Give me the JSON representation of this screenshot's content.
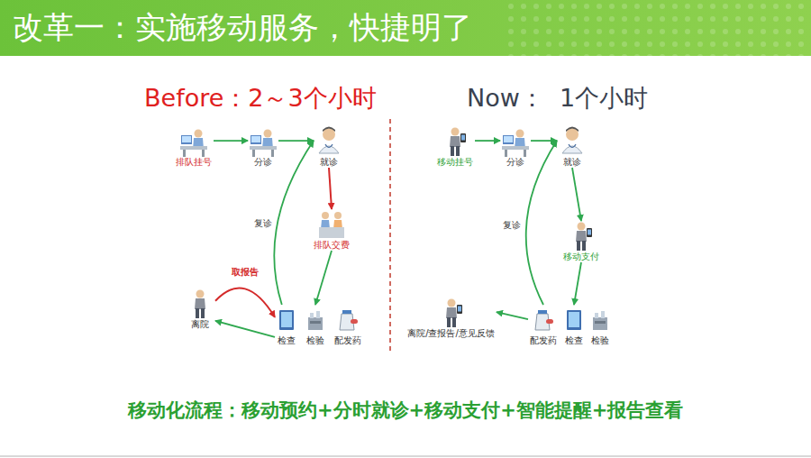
{
  "diagram": {
    "title": "改革一：实施移动服务，快捷明了",
    "caption": "移动化流程：移动预约+分时就诊+移动支付+智能提醒+报告查看",
    "nodes": [
      {
        "text": [
          "排队挂号"
        ]
      },
      {
        "text": [
          "分诊"
        ]
      },
      {
        "text": [
          "就诊"
        ]
      },
      {
        "text": [
          "排队交费"
        ]
      },
      {
        "text": [
          "离院"
        ]
      },
      {
        "text": [
          "检查"
        ]
      },
      {
        "text": [
          "检验"
        ]
      },
      {
        "text": [
          "配发药"
        ]
      },
      {
        "text": [
          "移动挂号"
        ]
      },
      {
        "text": [
          "分诊"
        ]
      },
      {
        "text": [
          "就诊"
        ]
      },
      {
        "text": [
          "移动支付"
        ]
      },
      {
        "text": [
          "离院/查报告/意见反馈"
        ]
      },
      {
        "text": [
          "配发药"
        ]
      },
      {
        "text": [
          "检查"
        ]
      },
      {
        "text": [
          "检验"
        ]
      }
    ],
    "edges": [
      {
        "from": 0,
        "to": 1,
        "arrow": "to"
      },
      {
        "from": 1,
        "to": 2,
        "arrow": "to"
      },
      {
        "from": 2,
        "to": 3,
        "arrow": "to"
      },
      {
        "from": 3,
        "to": 6,
        "arrow": "to"
      },
      {
        "from": 5,
        "to": 2,
        "label": "复诊",
        "arrow": "to"
      },
      {
        "from": 4,
        "to": 5,
        "label": "取报告",
        "arrow": "to"
      },
      {
        "from": 5,
        "to": 4,
        "arrow": "to"
      },
      {
        "from": 8,
        "to": 9,
        "arrow": "to"
      },
      {
        "from": 9,
        "to": 10,
        "arrow": "to"
      },
      {
        "from": 10,
        "to": 11,
        "arrow": "to"
      },
      {
        "from": 11,
        "to": 14,
        "arrow": "to"
      },
      {
        "from": 13,
        "to": 12,
        "arrow": "to"
      },
      {
        "from": 13,
        "to": 10,
        "label": "复诊",
        "arrow": "to"
      }
    ],
    "labels": [
      "Before：2～3个小时",
      "Now：  1个小时"
    ]
  }
}
